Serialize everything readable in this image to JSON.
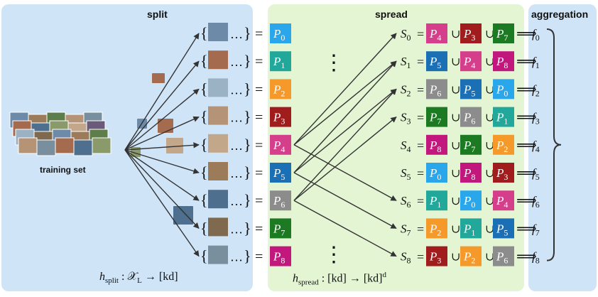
{
  "panels": {
    "split": "split",
    "spread": "spread",
    "aggregation": "aggregation"
  },
  "training_set_label": "training set",
  "formulas": {
    "h_split": {
      "h": "h",
      "sub": "split",
      "rest": " : 𝒳",
      "sub2": "L",
      "arrow": " → [kd]"
    },
    "h_spread": {
      "h": "h",
      "sub": "spread",
      "rest": " : [kd] → [kd]",
      "sup": "d"
    }
  },
  "partitions": [
    {
      "index": "0",
      "color": "#2aa6ea"
    },
    {
      "index": "1",
      "color": "#21a89a"
    },
    {
      "index": "2",
      "color": "#f59a2a"
    },
    {
      "index": "3",
      "color": "#a11d1d"
    },
    {
      "index": "4",
      "color": "#d43e8a"
    },
    {
      "index": "5",
      "color": "#1b6fb5"
    },
    {
      "index": "6",
      "color": "#8c8c8c"
    },
    {
      "index": "7",
      "color": "#1c7a22"
    },
    {
      "index": "8",
      "color": "#c2177d"
    }
  ],
  "sets": [
    {
      "index": "0",
      "members": [
        "4",
        "3",
        "7"
      ]
    },
    {
      "index": "1",
      "members": [
        "5",
        "4",
        "8"
      ]
    },
    {
      "index": "2",
      "members": [
        "6",
        "5",
        "0"
      ]
    },
    {
      "index": "3",
      "members": [
        "7",
        "6",
        "1"
      ]
    },
    {
      "index": "4",
      "members": [
        "8",
        "7",
        "2"
      ]
    },
    {
      "index": "5",
      "members": [
        "0",
        "8",
        "3"
      ]
    },
    {
      "index": "6",
      "members": [
        "1",
        "0",
        "4"
      ]
    },
    {
      "index": "7",
      "members": [
        "2",
        "1",
        "5"
      ]
    },
    {
      "index": "8",
      "members": [
        "3",
        "2",
        "6"
      ]
    }
  ],
  "symbols": {
    "P": "P",
    "S": "S",
    "f": "f",
    "eq": "=",
    "union": "∪",
    "implies": "⟹",
    "lbrace": "{",
    "rbrace": "}",
    "ellipsis": "…",
    "vdots": "⋮"
  }
}
